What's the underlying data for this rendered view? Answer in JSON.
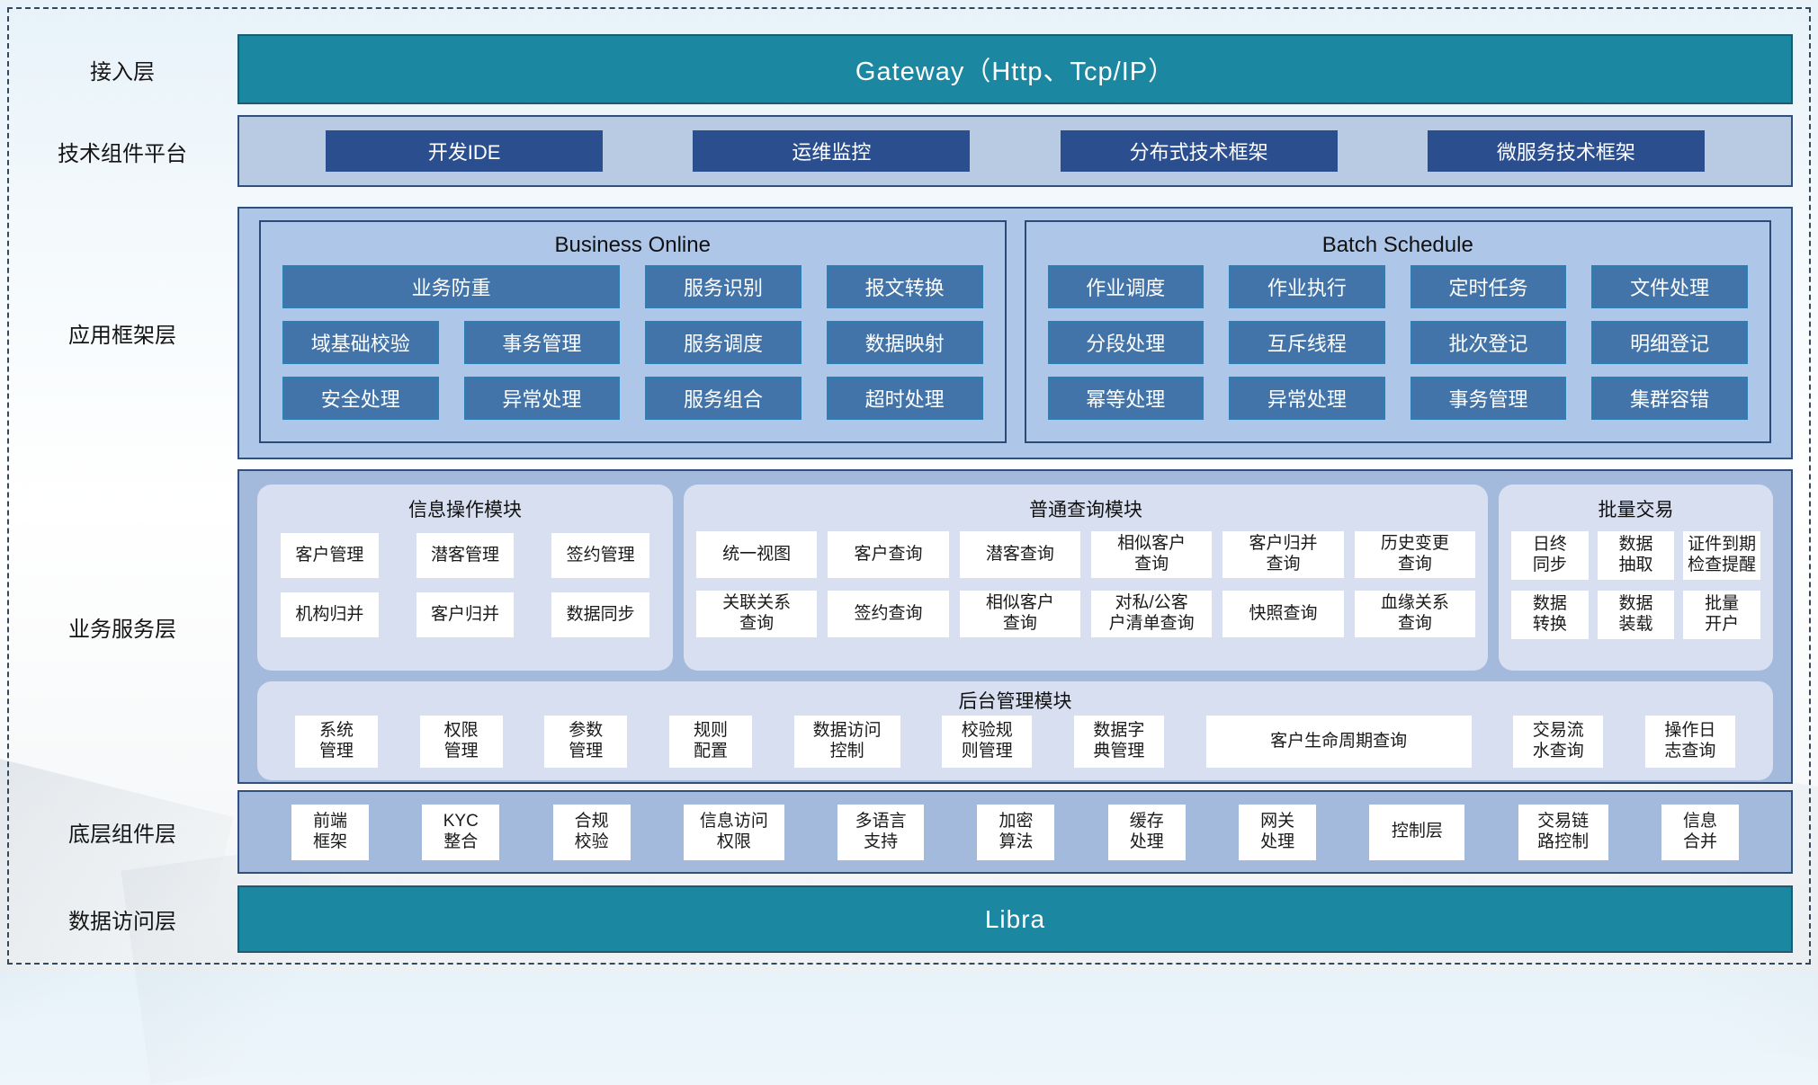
{
  "colors": {
    "teal_banner": "#1c87a1",
    "navy_button": "#2b4e8e",
    "steel_button": "#4274a9",
    "container_border": "#31507c",
    "panel_bg": "#d8dff0"
  },
  "layers": {
    "access": {
      "label": "接入层",
      "banner": "Gateway（Http、Tcp/IP）"
    },
    "tech": {
      "label": "技术组件平台",
      "buttons": [
        "开发IDE",
        "运维监控",
        "分布式技术框架",
        "微服务技术框架"
      ]
    },
    "framework": {
      "label": "应用框架层",
      "business_online": {
        "title": "Business Online",
        "items": [
          "业务防重",
          "服务识别",
          "报文转换",
          "域基础校验",
          "事务管理",
          "服务调度",
          "数据映射",
          "安全处理",
          "异常处理",
          "服务组合",
          "超时处理"
        ]
      },
      "batch_schedule": {
        "title": "Batch Schedule",
        "items": [
          "作业调度",
          "作业执行",
          "定时任务",
          "文件处理",
          "分段处理",
          "互斥线程",
          "批次登记",
          "明细登记",
          "幂等处理",
          "异常处理",
          "事务管理",
          "集群容错"
        ]
      }
    },
    "service": {
      "label": "业务服务层",
      "info_module": {
        "title": "信息操作模块",
        "items": [
          "客户管理",
          "潜客管理",
          "签约管理",
          "机构归并",
          "客户归并",
          "数据同步"
        ]
      },
      "query_module": {
        "title": "普通查询模块",
        "items": [
          "统一视图",
          "客户查询",
          "潜客查询",
          "相似客户\n查询",
          "客户归并\n查询",
          "历史变更\n查询",
          "关联关系\n查询",
          "签约查询",
          "相似客户\n查询",
          "对私/公客\n户清单查询",
          "快照查询",
          "血缘关系\n查询"
        ]
      },
      "batch_trade": {
        "title": "批量交易",
        "items": [
          "日终\n同步",
          "数据\n抽取",
          "证件到期\n检查提醒",
          "数据\n转换",
          "数据\n装载",
          "批量\n开户"
        ]
      },
      "admin_module": {
        "title": "后台管理模块",
        "items": [
          "系统\n管理",
          "权限\n管理",
          "参数\n管理",
          "规则\n配置",
          "数据访问\n控制",
          "校验规\n则管理",
          "数据字\n典管理",
          "客户生命周期查询",
          "交易流\n水查询",
          "操作日\n志查询"
        ]
      }
    },
    "base": {
      "label": "底层组件层",
      "items": [
        "前端\n框架",
        "KYC\n整合",
        "合规\n校验",
        "信息访问\n权限",
        "多语言\n支持",
        "加密\n算法",
        "缓存\n处理",
        "网关\n处理",
        "控制层",
        "交易链\n路控制",
        "信息\n合并"
      ]
    },
    "data": {
      "label": "数据访问层",
      "banner": "Libra"
    }
  }
}
